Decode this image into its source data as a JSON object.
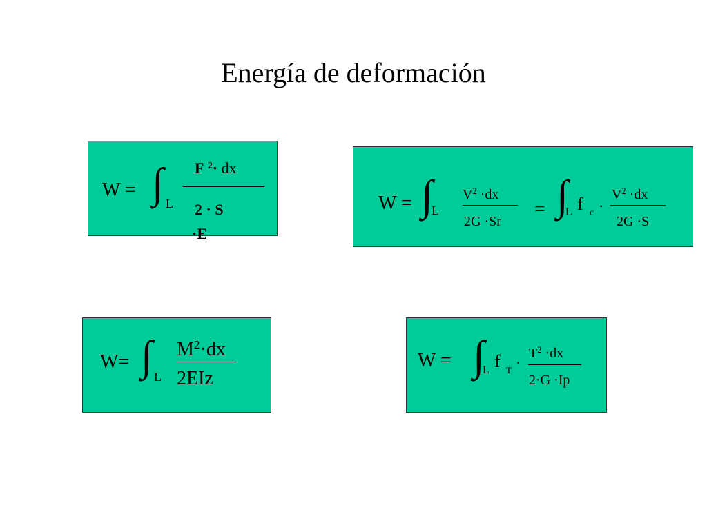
{
  "title": "Energía de deformación",
  "box_axial": {
    "lhs": "W =",
    "integral": "∫",
    "limit": "L",
    "num_F": "F",
    "num_exp": "2",
    "num_dot": "·",
    "num_dx": "dx",
    "den_line1": "2 · S",
    "den_line2": "·E"
  },
  "box_shear": {
    "lhs": "W =",
    "integral": "∫",
    "limit": "L",
    "frac1_num": "V",
    "frac1_exp": "2",
    "frac1_rest": " ·dx",
    "frac1_den": "2G ·Sr",
    "eq": "=",
    "integral2": "∫",
    "limit2": "L",
    "factor": "f",
    "factor_sub": "c",
    "factor_dot": "·",
    "frac2_num": "V",
    "frac2_exp": "2",
    "frac2_rest": " ·dx",
    "frac2_den": "2G ·S"
  },
  "box_bending": {
    "lhs": "W=",
    "integral": "∫",
    "limit": "L",
    "num": "M",
    "num_exp": "2",
    "num_rest": "·dx",
    "den": "2EIz"
  },
  "box_torsion": {
    "lhs": "W =",
    "integral": "∫",
    "limit": "L",
    "factor": "f",
    "factor_sub": "T",
    "factor_dot": "·",
    "num": "T",
    "num_exp": "2",
    "num_rest": " ·dx",
    "den": "2·G ·Ip"
  },
  "colors": {
    "box_fill": "#00cc99",
    "box_border": "#333333"
  }
}
